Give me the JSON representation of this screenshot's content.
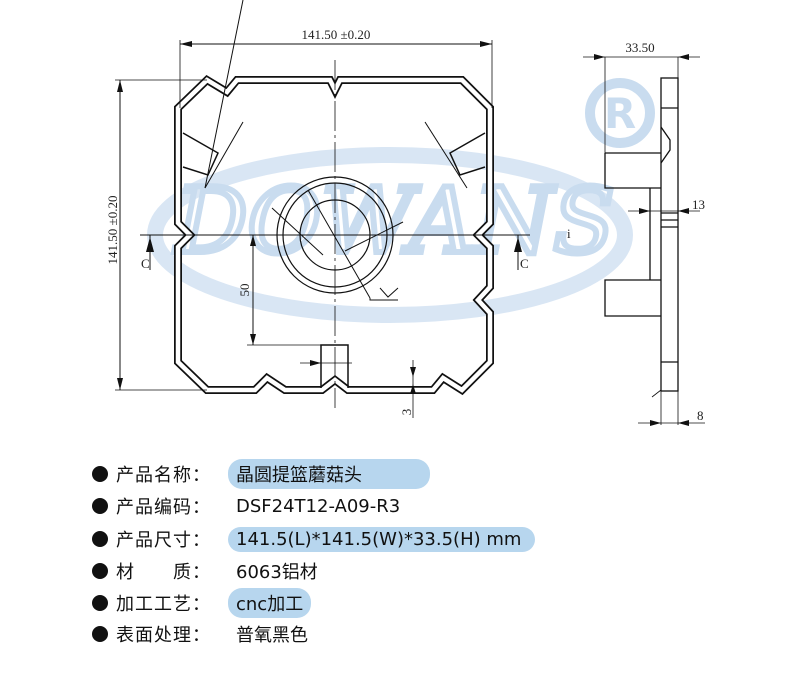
{
  "watermark": {
    "brand": "DOWANS",
    "registered_mark": "R",
    "color": "#c5daee"
  },
  "drawing": {
    "front_view": {
      "width_dim": "141.50 ±0.20",
      "height_dim": "141.50 ±0.20",
      "dim_50": "50",
      "dim_3": "3",
      "section_left": "C",
      "section_right": "C"
    },
    "side_view": {
      "depth_dim": "33.50",
      "dim_13": "13",
      "dim_8": "8",
      "stray_mark": "i"
    }
  },
  "specs": [
    {
      "label": "产品名称：",
      "value": "晶圆提篮蘑菇头",
      "highlight": true
    },
    {
      "label": "产品编码：",
      "value": "DSF24T12-A09-R3",
      "highlight": false
    },
    {
      "label": "产品尺寸：",
      "value": "141.5(L)*141.5(W)*33.5(H) mm",
      "highlight": true
    },
    {
      "label": "材　　质：",
      "value": "6063铝材",
      "highlight": false
    },
    {
      "label": "加工工艺：",
      "value": "cnc加工",
      "highlight": true
    },
    {
      "label": "表面处理：",
      "value": "普氧黑色",
      "highlight": false
    }
  ],
  "colors": {
    "highlight": "#b7d6ee",
    "line": "#111111"
  }
}
